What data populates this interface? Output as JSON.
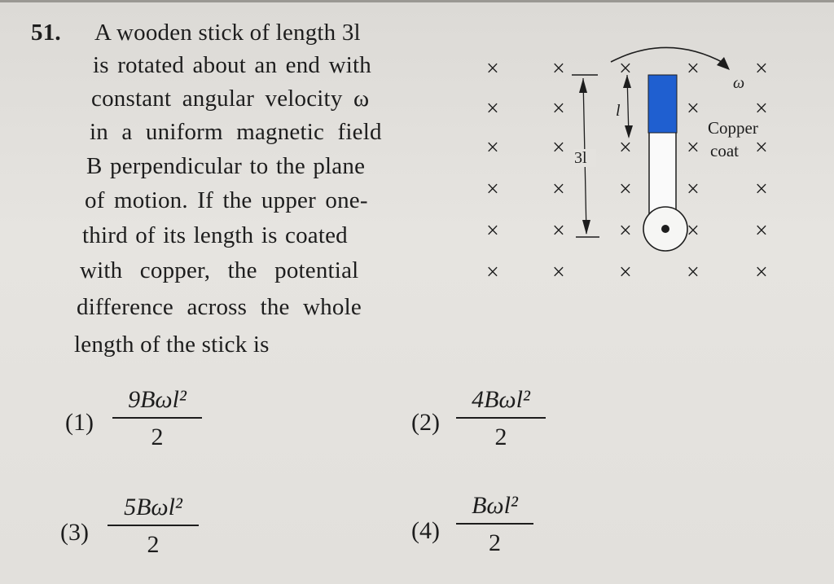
{
  "question": {
    "number": "51.",
    "lines": [
      "A wooden stick of length 3l",
      "is rotated about an end with",
      "constant angular velocity ω",
      "in a uniform magnetic field",
      "B perpendicular to the plane",
      "of motion. If the upper one-",
      "third of its length is coated",
      "with copper, the potential",
      "difference across the whole",
      "length of the stick is"
    ]
  },
  "diagram": {
    "omega_label": "ω",
    "length_total_label": "3l",
    "length_coat_label": "l",
    "copper_label_1": "Copper",
    "copper_label_2": "coat",
    "field_symbol": "×",
    "copper_color": "#1f5fd0"
  },
  "options": [
    {
      "label": "(1)",
      "numerator": "9Bωl²",
      "denominator": "2"
    },
    {
      "label": "(2)",
      "numerator": "4Bωl²",
      "denominator": "2"
    },
    {
      "label": "(3)",
      "numerator": "5Bωl²",
      "denominator": "2"
    },
    {
      "label": "(4)",
      "numerator": "Bωl²",
      "denominator": "2"
    }
  ]
}
